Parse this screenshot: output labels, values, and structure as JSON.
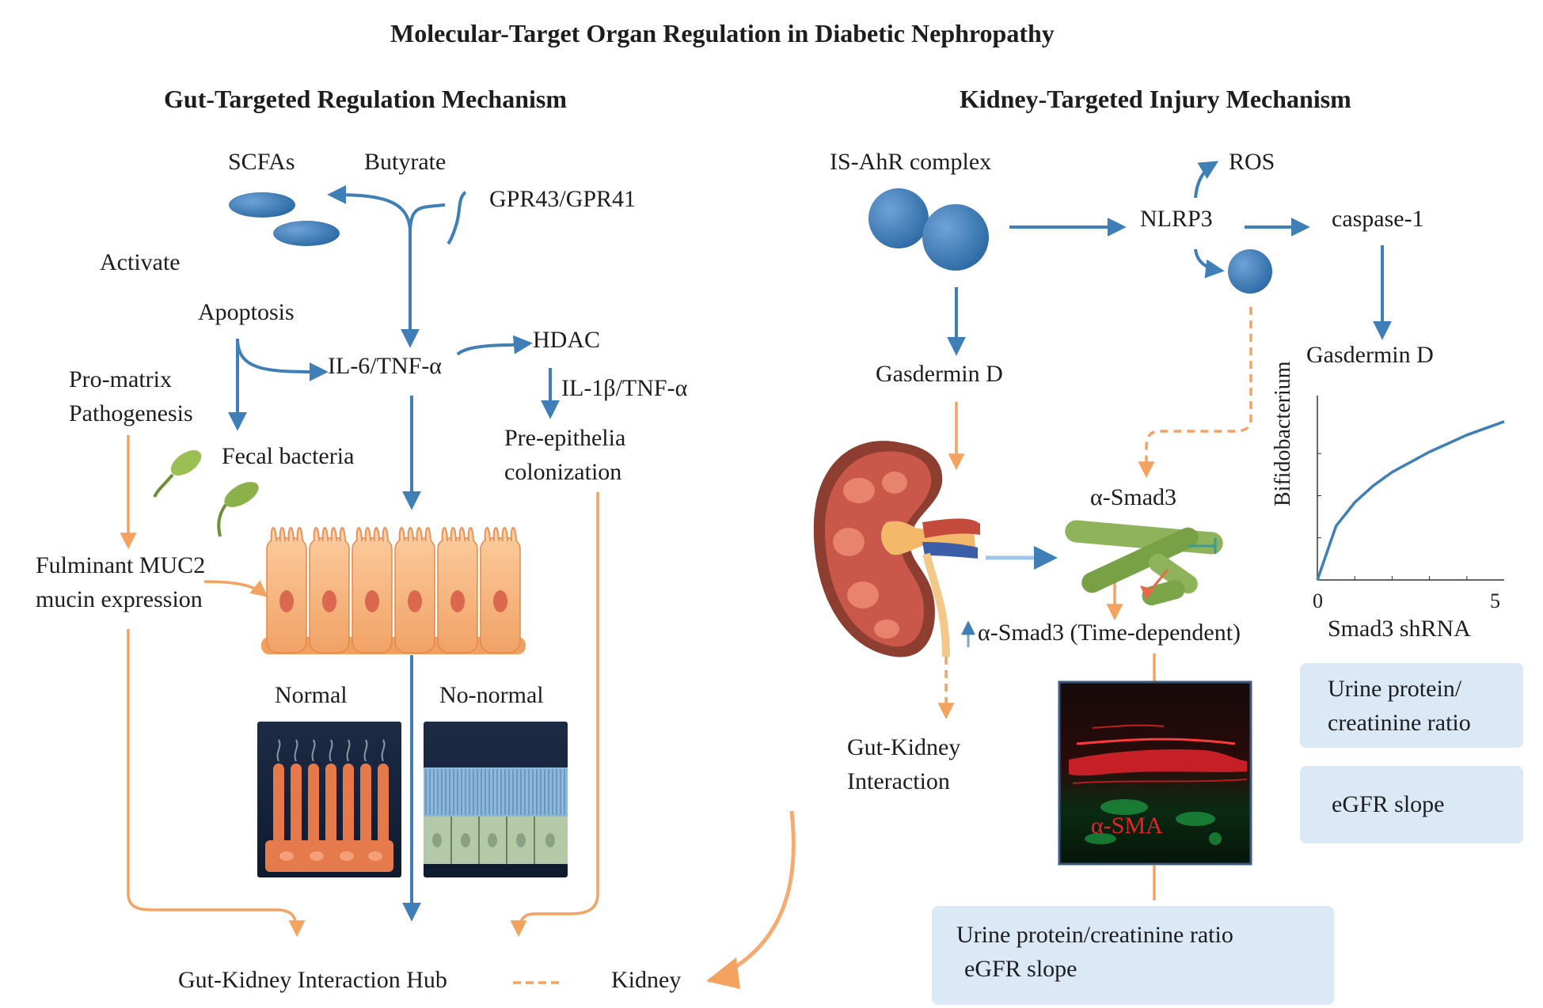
{
  "title": "Molecular-Target Organ Regulation in Diabetic Nephropathy",
  "gut": {
    "heading": "Gut-Targeted Regulation Mechanism",
    "scfas": "SCFAs",
    "butyrate": "Butyrate",
    "receptor": "GPR43/GPR41",
    "activate": "Activate",
    "apoptosis": "Apoptosis",
    "il6": "IL-6/TNF-α",
    "hdac": "HDAC",
    "il1b": "IL-1β/TNF-α",
    "pro_matrix": "Pro-matrix",
    "pathogenesis": "Pathogenesis",
    "fecal": "Fecal bacteria",
    "pre_epi_1": "Pre-epithelia",
    "pre_epi_2": "colonization",
    "muc2_1": "Fulminant MUC2",
    "muc2_2": "mucin expression",
    "normal": "Normal",
    "no_normal": "No-normal",
    "hub": "Gut-Kidney Interaction Hub",
    "kidney": "Kidney"
  },
  "kidney_side": {
    "heading": "Kidney-Targeted Injury Mechanism",
    "ahr": "IS-AhR complex",
    "ros": "ROS",
    "nlrp3": "NLRP3",
    "caspase": "caspase-1",
    "gsdmd_left": "Gasdermin D",
    "gsdmd_right": "Gasdermin D",
    "smad3": "α-Smad3",
    "smad3_time": "α-Smad3 (Time-dependent)",
    "gk_1": "Gut-Kidney",
    "gk_2": "Interaction",
    "alpha_sma": "α-SMA",
    "box_right_1a": "Urine protein/",
    "box_right_1b": "creatinine ratio",
    "box_right_2": "eGFR slope",
    "box_bottom_1": "Urine protein/creatinine ratio",
    "box_bottom_2": "eGFR slope"
  },
  "chart_data": {
    "type": "line",
    "xlabel": "Smad3 shRNA",
    "ylabel": "Bifidobacterium",
    "xlim": [
      0,
      5
    ],
    "x_ticks": [
      "0",
      "5"
    ],
    "series": [
      {
        "x": [
          0,
          0.5,
          1,
          1.5,
          2,
          2.5,
          3,
          3.5,
          4,
          4.5,
          5
        ],
        "y": [
          0,
          0.32,
          0.46,
          0.56,
          0.64,
          0.7,
          0.76,
          0.81,
          0.86,
          0.9,
          0.94
        ]
      }
    ]
  },
  "colors": {
    "blue": "#3f7fb7",
    "orange": "#f4a260",
    "box": "#dbe9f6"
  }
}
